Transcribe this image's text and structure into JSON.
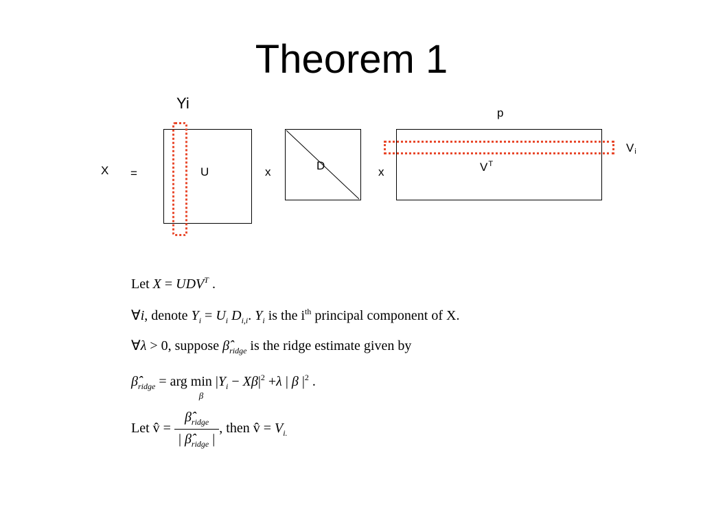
{
  "slide": {
    "title": "Theorem 1"
  },
  "diagram": {
    "yi_label": "Yi",
    "x_label": "X",
    "equals": "=",
    "u_label": "U",
    "times_1": "x",
    "d_label": "D",
    "times_2": "x",
    "p_label": "p",
    "vt_label": "V",
    "vt_sup": "T",
    "vi_label": "V",
    "vi_sub": "i",
    "highlight_color": "#e8472a"
  },
  "formulas": {
    "line1": {
      "let": "Let",
      "x": "X",
      "eq": "=",
      "udv": "UDV",
      "t": "T",
      "end": "."
    },
    "line2": {
      "forall": "∀",
      "i": "i",
      "denote": ", denote",
      "y": "Y",
      "y_sub": "i",
      "eq": "=",
      "u": "U",
      "u_sub": "i",
      "d": "D",
      "d_sub": "i,i",
      "dot": ".",
      "y2": "Y",
      "y2_sub": "i",
      "is_the": "is the i",
      "th": "th",
      "rest": "principal component of X."
    },
    "line3": {
      "forall": "∀",
      "lambda": "λ",
      "gt0": "> 0, suppose",
      "beta": "β̂",
      "ridge": "ridge",
      "rest": "is the ridge estimate given by"
    },
    "line4": {
      "beta": "β̂",
      "ridge": "ridge",
      "eq_arg": "= arg",
      "min": "min",
      "min_sub": "β",
      "bar1": "|",
      "y": "Y",
      "y_sub": "i",
      "minus": "−",
      "xb": "Xβ",
      "bar2": "|",
      "sq1": "2",
      "plus": "+",
      "lambda": "λ",
      "bar3": "|",
      "b2": "β",
      "bar4": "|",
      "sq2": "2",
      "end": "."
    },
    "line5": {
      "let": "Let",
      "vhat": "v̂",
      "eq": "=",
      "num_beta": "β̂",
      "num_ridge": "ridge",
      "den_bar1": "|",
      "den_beta": "β̂",
      "den_ridge": "ridge",
      "den_bar2": "|",
      "then": ", then",
      "vhat2": "v̂",
      "eq2": "=",
      "v": "V",
      "v_sub": "i."
    }
  }
}
